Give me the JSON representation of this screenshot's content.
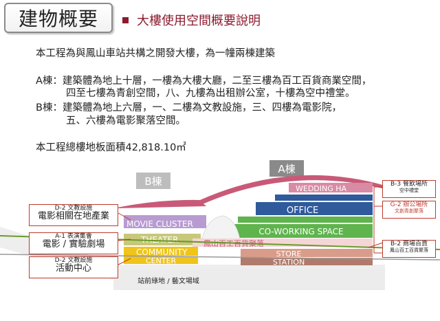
{
  "header": {
    "title": "建物概要",
    "subtitle": "大樓使用空間概要說明"
  },
  "body": {
    "intro": "本工程為與鳳山車站共構之開發大樓，為一幢兩棟建築",
    "a_line1": "A棟：建築體為地上十層，一樓為大樓大廳，二至三樓為百工百貨商業空間，",
    "a_line2": "四至七樓為青創空間，八、九樓為出租辦公室，十樓為空中禮堂。",
    "b_line1": "B棟：建築體為地上六層，一、二樓為文教設施，三、四樓為電影院，",
    "b_line2": "五、六樓為電影聚落空間。",
    "area": "本工程總樓地板面積42,818.10㎡"
  },
  "diagram": {
    "building_a": "A棟",
    "building_b": "B棟",
    "floors_a": {
      "wedding": "WEDDING HA",
      "office": "OFFICE",
      "coworking": "CO-WORKING SPACE",
      "dept_store": "鳳山百工百貨聚落",
      "store": "STORE",
      "station": "STATION"
    },
    "floors_b": {
      "movie": "MOVIE CLUSTER",
      "theater": "THEATER",
      "community": "COMMUNITY",
      "center": "CENTER"
    },
    "plaza": "站前綠地 / 藝文場域",
    "left_labels": [
      {
        "small": "D-2 文教設施",
        "big": "電影相關在地產業"
      },
      {
        "small": "A-1 表演集會",
        "big": "電影 / 實驗劇場"
      },
      {
        "small": "D-2 文教設施",
        "big": "活動中心"
      }
    ],
    "right_labels": [
      {
        "code": "B-3 餐飲場所",
        "desc": "空中禮堂"
      },
      {
        "code": "G-2 辦公場所",
        "desc": "文創青創聚落"
      },
      {
        "code": "B-2 商場百貨",
        "desc": "鳳山百工百貨聚落"
      }
    ]
  },
  "colors": {
    "accent": "#8b1a2e",
    "label_border": "#c0392b",
    "roof": "#c85a78",
    "wedding": "#d98aa5",
    "office": "#2f5a9c",
    "coworking": "#5fb44d",
    "movie": "#b89bd0",
    "theater": "#c7c87a",
    "community": "#f0c419",
    "store": "#d99c8a",
    "tag_bg": "#8a8a8a"
  }
}
